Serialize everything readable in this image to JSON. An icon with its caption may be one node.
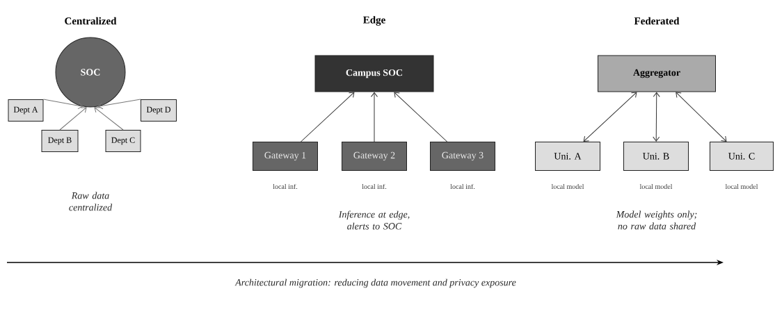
{
  "diagram": {
    "nodes": [
      {
        "text": [
          "SOC"
        ]
      },
      {
        "text": [
          "Dept A"
        ]
      },
      {
        "text": [
          "Dept B"
        ]
      },
      {
        "text": [
          "Dept C"
        ]
      },
      {
        "text": [
          "Dept D"
        ]
      },
      {
        "text": [
          "Campus SOC"
        ]
      },
      {
        "text": [
          "Gateway 1"
        ],
        "beside": [
          "local inf."
        ]
      },
      {
        "text": [
          "Gateway 2"
        ],
        "beside": [
          "local inf."
        ]
      },
      {
        "text": [
          "Gateway 3"
        ],
        "beside": [
          "local inf."
        ]
      },
      {
        "text": [
          "Aggregator"
        ]
      },
      {
        "text": [
          "Uni. A"
        ],
        "beside": [
          "local model"
        ]
      },
      {
        "text": [
          "Uni. B"
        ],
        "beside": [
          "local model"
        ]
      },
      {
        "text": [
          "Uni. C"
        ],
        "beside": [
          "local model"
        ]
      }
    ],
    "edges": [
      {
        "from": 1,
        "to": 0,
        "arrow": "to",
        "color": "#777777"
      },
      {
        "from": 2,
        "to": 0,
        "arrow": "to",
        "color": "#777777"
      },
      {
        "from": 3,
        "to": 0,
        "arrow": "to",
        "color": "#777777"
      },
      {
        "from": 4,
        "to": 0,
        "arrow": "to",
        "color": "#777777"
      },
      {
        "from": 6,
        "to": 5,
        "arrow": "to"
      },
      {
        "from": 7,
        "to": 5,
        "arrow": "to"
      },
      {
        "from": 8,
        "to": 5,
        "arrow": "to"
      },
      {
        "from": 9,
        "to": 10,
        "arrow": "both"
      },
      {
        "from": 9,
        "to": 11,
        "arrow": "both"
      },
      {
        "from": 9,
        "to": 12,
        "arrow": "both"
      }
    ],
    "labels": [
      "Centralized",
      "Edge",
      "Federated",
      "Raw data centralized",
      "Inference at edge, alerts to SOC",
      "Model weights only; no raw data shared",
      "Architectural migration: reducing data movement and privacy exposure"
    ]
  }
}
